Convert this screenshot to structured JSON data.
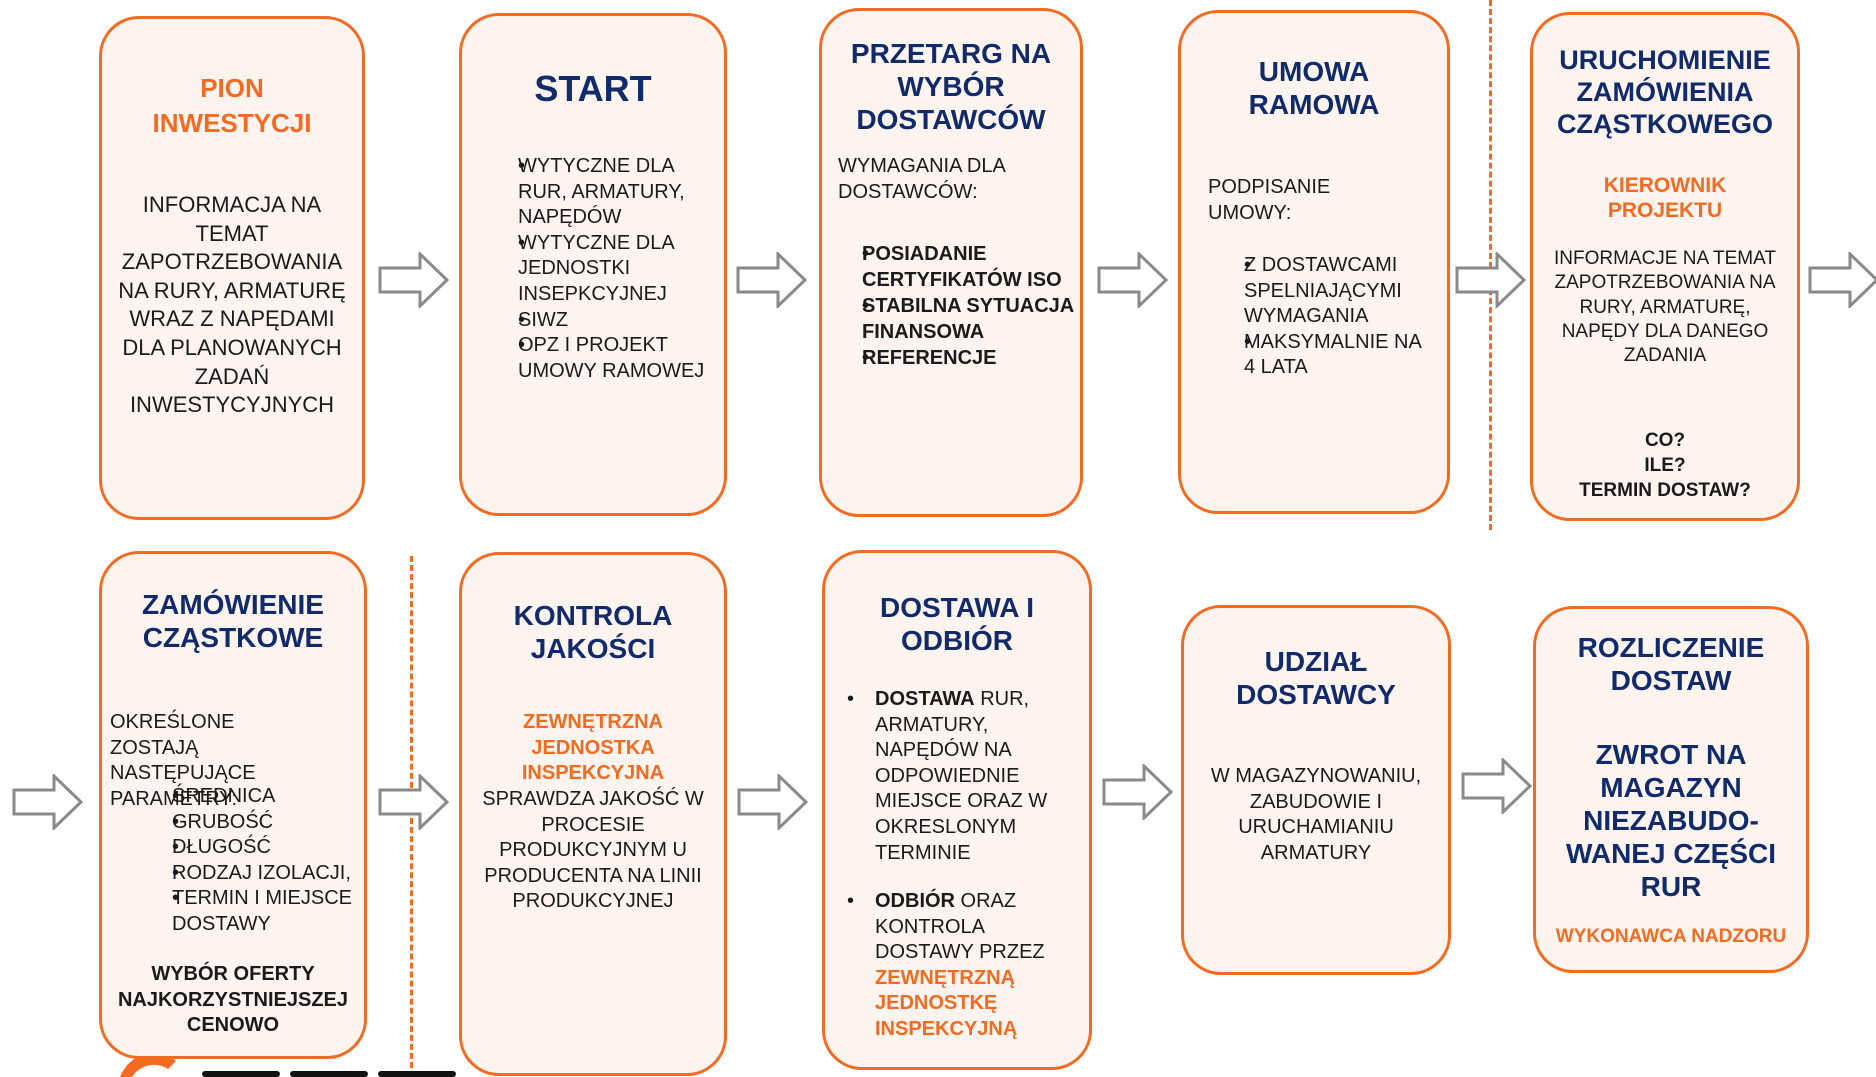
{
  "colors": {
    "accent": "#f26b21",
    "title_blue": "#102a6b",
    "box_fill": "#fdf3ef",
    "arrow_stroke": "#8a8a8a"
  },
  "row1": {
    "pion": {
      "title": "PION INWESTYCJI",
      "text": "INFORMACJA NA TEMAT ZAPOTRZEBOWANIA NA RURY, ARMATURĘ WRAZ Z NAPĘDAMI DLA PLANOWANYCH ZADAŃ INWESTYCYJNYCH"
    },
    "start": {
      "title": "START",
      "items": [
        "WYTYCZNE DLA RUR, ARMATURY, NAPĘDÓW",
        "WYTYCZNE DLA JEDNOSTKI INSEPKCYJNEJ",
        "SIWZ",
        "OPZ I PROJEKT UMOWY RAMOWEJ"
      ]
    },
    "przetarg": {
      "title": "PRZETARG NA WYBÓR DOSTAWCÓW",
      "intro": "WYMAGANIA DLA DOSTAWCÓW:",
      "items": [
        "POSIADANIE CERTYFIKATÓW ISO",
        "STABILNA SYTUACJA FINANSOWA",
        "REFERENCJE"
      ]
    },
    "umowa": {
      "title": "UMOWA RAMOWA",
      "intro": "PODPISANIE UMOWY:",
      "items": [
        "Z DOSTAWCAMI SPELNIAJĄCYMI WYMAGANIA",
        "MAKSYMALNIE NA 4 LATA"
      ]
    },
    "uruchomienie": {
      "title": "URUCHOMIENIE ZAMÓWIENIA CZĄSTKOWEGO",
      "role": "KIEROWNIK PROJEKTU",
      "text": "INFORMACJE NA TEMAT ZAPOTRZEBOWANIA NA RURY, ARMATURĘ, NAPĘDY DLA DANEGO ZADANIA",
      "q1": "CO?",
      "q2": "ILE?",
      "q3": "TERMIN DOSTAW?"
    }
  },
  "row2": {
    "zamowienie": {
      "title": "ZAMÓWIENIE CZĄSTKOWE",
      "intro": "OKREŚLONE ZOSTAJĄ NASTĘPUJĄCE PARAMETRY:",
      "items": [
        "ŚREDNICA",
        "GRUBOŚĆ",
        "DŁUGOŚĆ",
        "RODZAJ IZOLACJI,",
        "TERMIN I MIEJSCE DOSTAWY"
      ],
      "footer": "WYBÓR OFERTY NAJKORZYSTNIEJSZEJ CENOWO"
    },
    "kontrola": {
      "title": "KONTROLA JAKOŚCI",
      "org": "ZEWNĘTRZNA JEDNOSTKA INSPEKCYJNA",
      "text": "SPRAWDZA JAKOŚĆ W PROCESIE PRODUKCYJNYM U PRODUCENTA NA LINII PRODUKCYJNEJ"
    },
    "dostawa": {
      "title": "DOSTAWA I ODBIÓR",
      "item1_bold": "DOSTAWA",
      "item1_rest": " RUR, ARMATURY, NAPĘDÓW NA ODPOWIEDNIE MIEJSCE ORAZ W OKRESLONYM TERMINIE",
      "item2_bold": "ODBIÓR",
      "item2_rest": " ORAZ KONTROLA DOSTAWY PRZEZ ",
      "item2_orange": "ZEWNĘTRZNĄ JEDNOSTKĘ INSPEKCYJNĄ"
    },
    "udzial": {
      "title": "UDZIAŁ DOSTAWCY",
      "text": "W MAGAZYNOWANIU, ZABUDOWIE I URUCHAMIANIU ARMATURY"
    },
    "rozliczenie": {
      "title": "ROZLICZENIE DOSTAW",
      "subtitle": "ZWROT NA MAGAZYN NIEZABUDO-WANEJ CZĘŚCI RUR",
      "role": "WYKONAWCA NADZORU"
    }
  }
}
